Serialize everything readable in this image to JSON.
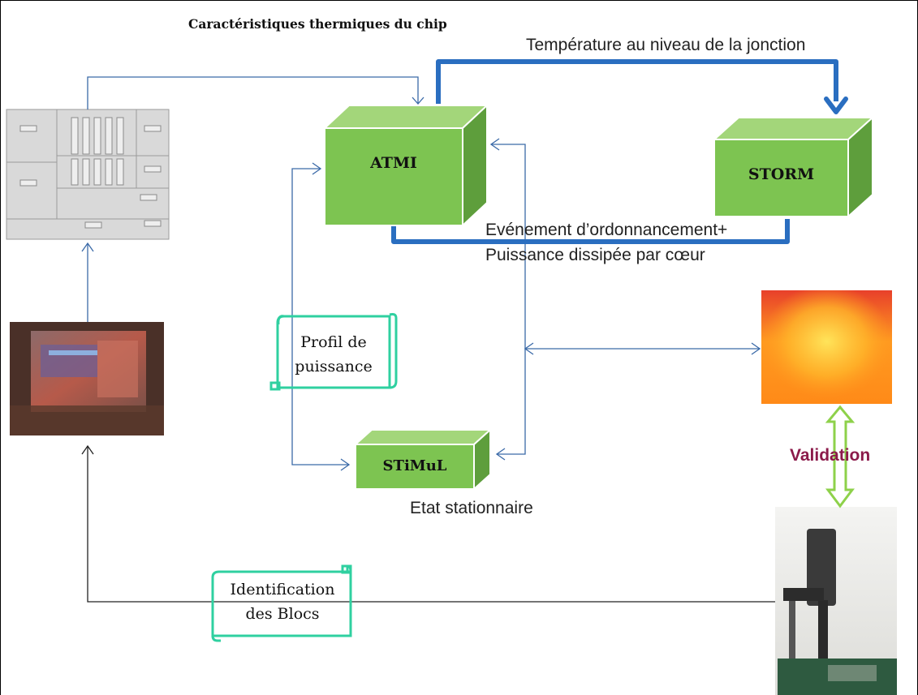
{
  "title": "Caractéristiques thermiques du chip",
  "labels": {
    "temperature": "Température au niveau de la jonction",
    "evenement_line1": "Evénement d’ordonnancement+",
    "evenement_line2": "Puissance dissipée par cœur",
    "etat": "Etat stationnaire",
    "validation": "Validation"
  },
  "boxes": {
    "atmi": "ATMI",
    "storm": "STORM",
    "stimul": "STiMuL"
  },
  "scrolls": {
    "profil_line1": "Profil de",
    "profil_line2": "puissance",
    "ident_line1": "Identification",
    "ident_line2": "des Blocs"
  },
  "colors": {
    "box_green": "#7dc451",
    "thick_arrow_blue": "#2a6ec0",
    "thin_arrow_blue": "#3b6aa8",
    "scroll_teal": "#2fd0a0",
    "validation_arrow": "#8ed14a",
    "validation_text": "#8b1a4a"
  }
}
